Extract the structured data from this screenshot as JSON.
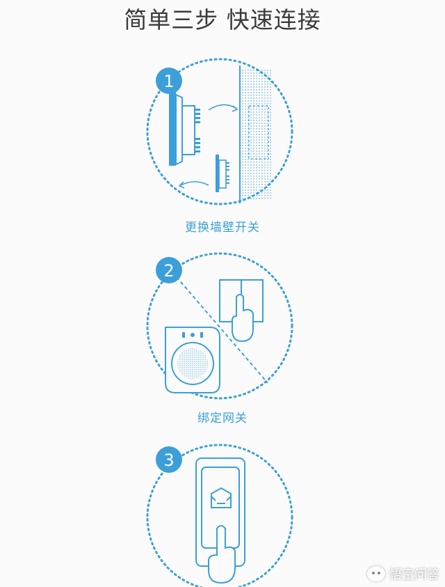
{
  "header": {
    "title": "简单三步 快速连接"
  },
  "colors": {
    "accent": "#3b9fd9",
    "title": "#3b3b3b",
    "background": "#fbfbfb"
  },
  "steps": [
    {
      "number": "1",
      "caption": "更换墙壁开关",
      "icon": "wall-switch-install-icon"
    },
    {
      "number": "2",
      "caption": "绑定网关",
      "icon": "gateway-pairing-icon"
    },
    {
      "number": "3",
      "caption": "",
      "icon": "phone-app-icon"
    }
  ],
  "watermark": {
    "text": "悟空问答",
    "icon": "wukong-logo-icon"
  }
}
